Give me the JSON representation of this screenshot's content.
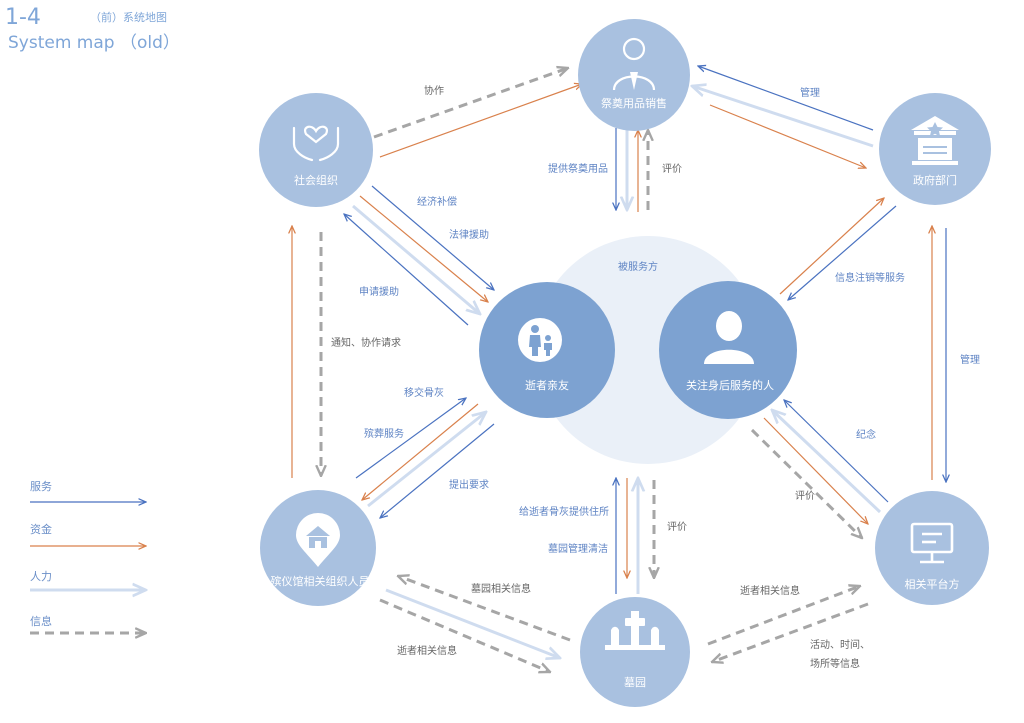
{
  "header": {
    "num": "1-4",
    "subtitle": "（前）系统地图",
    "english": "System map （old）"
  },
  "nodes": {
    "sales": "祭奠用品销售",
    "social": "社会组织",
    "gov": "政府部门",
    "served": "被服务方",
    "family": "逝者亲友",
    "people": "关注身后服务的人",
    "funeral": "殡仪馆相关组织人员",
    "platform": "相关平台方",
    "cemetery": "墓园"
  },
  "edges": {
    "coop": "协作",
    "manage_top": "管理",
    "provide_goods": "提供祭奠用品",
    "eval_top": "评价",
    "subsidy": "经济补偿",
    "legal": "法律援助",
    "apply": "申请援助",
    "notify": "通知、协作请求",
    "cancel": "信息注销等服务",
    "manage_right": "管理",
    "ashes": "移交骨灰",
    "funeral_srv": "殡葬服务",
    "demand": "提出要求",
    "residence": "给逝者骨灰提供住所",
    "clean": "墓园管理清洁",
    "eval_bottom": "评价",
    "memorial": "纪念",
    "eval_right": "评价",
    "cem_info": "墓园相关信息",
    "dec_info_left": "逝者相关信息",
    "dec_info_right": "逝者相关信息",
    "activity1": "活动、时间、",
    "activity2": "场所等信息"
  },
  "legend": {
    "service": "服务",
    "funds": "资金",
    "labor": "人力",
    "info": "信息"
  },
  "colors": {
    "service": "#4a72c0",
    "funds": "#d9814c",
    "labor": "#cfdcef",
    "info": "#a6a6a6",
    "node": "#a9c1e0",
    "node_dark": "#7da2d1",
    "served_bg": "#eaf0f8"
  }
}
